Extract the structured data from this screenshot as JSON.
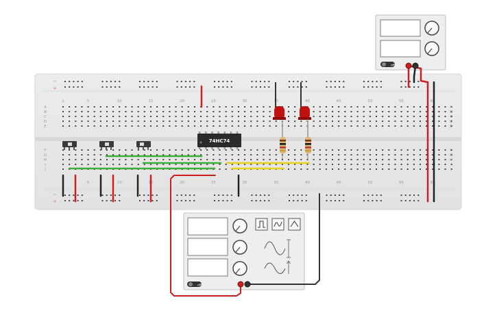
{
  "breadboard": {
    "row_letters": [
      "A",
      "B",
      "C",
      "D",
      "E",
      "F",
      "G",
      "H",
      "I",
      "J"
    ],
    "column_numbers": [
      "1",
      "5",
      "10",
      "15",
      "20",
      "25",
      "30",
      "35",
      "40",
      "45",
      "50",
      "55",
      "60"
    ],
    "rail_marks": {
      "minus": "−",
      "plus": "+"
    }
  },
  "ic": {
    "label": "74HC74"
  },
  "power_supply": {
    "switch_label": "off"
  },
  "function_generator": {
    "switch_label": "off"
  },
  "colors": {
    "board": "#e8e8e8",
    "wire_red": "#cc1f1f",
    "wire_black": "#222222",
    "wire_green": "#3aae3a",
    "wire_yellow": "#e8d21c",
    "led_red": "#c01010",
    "ic_body": "#2b2b2b"
  }
}
